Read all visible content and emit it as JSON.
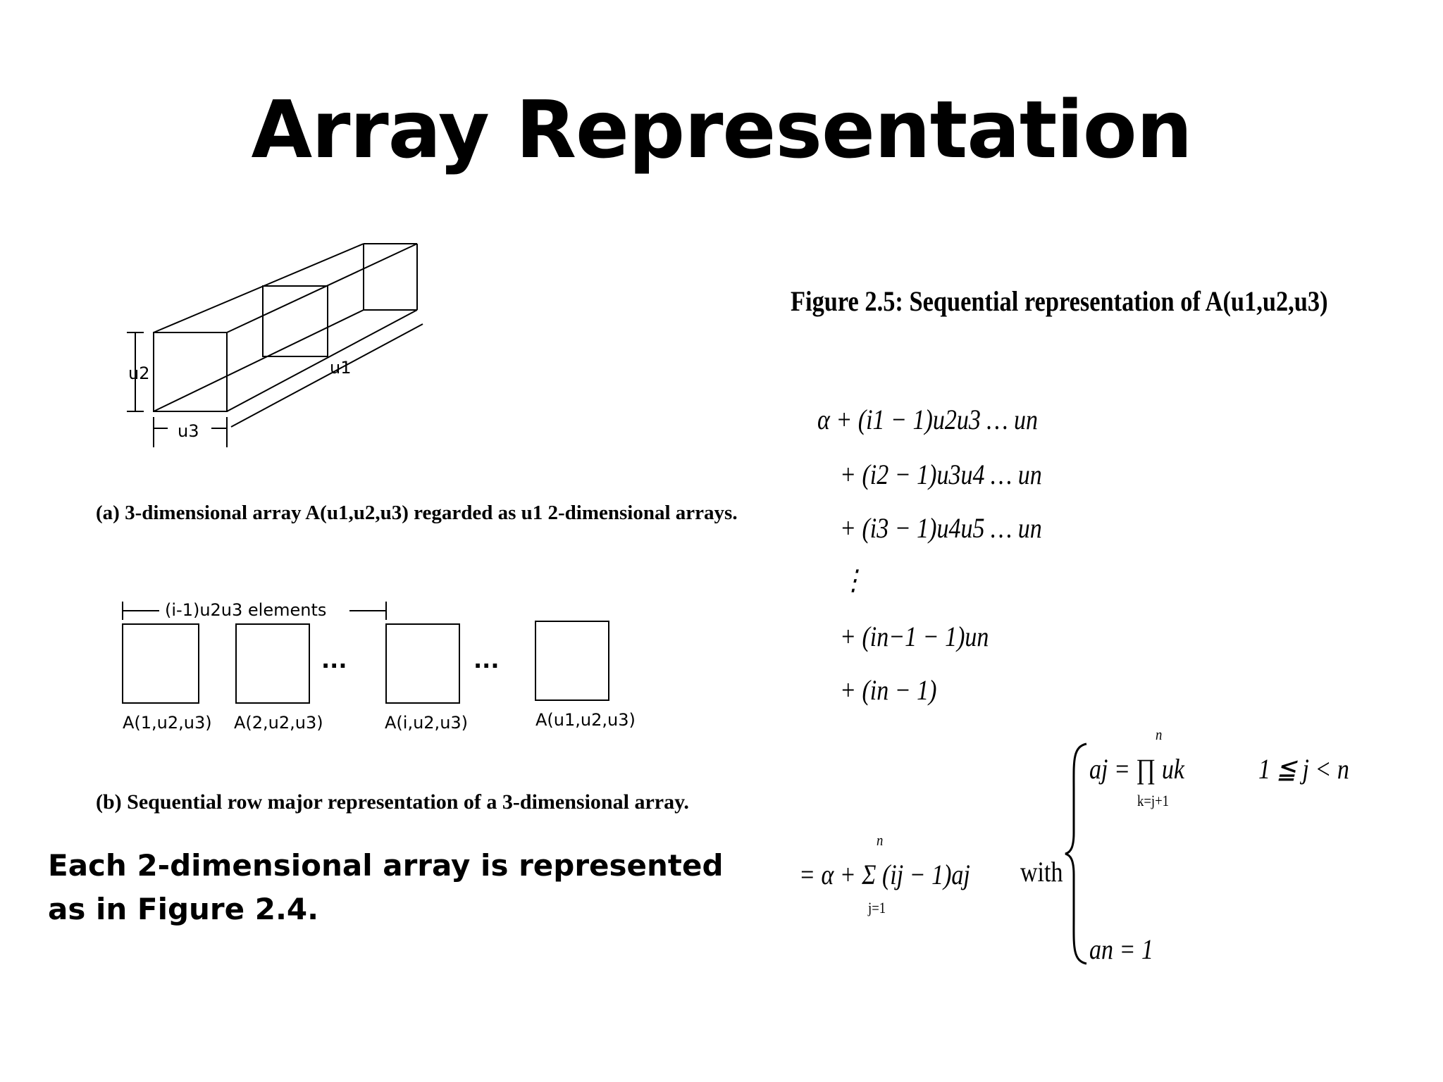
{
  "slide": {
    "title": "Array Representation",
    "note": "Each 2-dimensional array is represented as in Figure 2.4."
  },
  "figure_a": {
    "caption": "(a) 3-dimensional array A(u1,u2,u3) regarded as u1 2-dimensional arrays.",
    "labels": {
      "u1": "u1",
      "u2": "u2",
      "u3": "u3"
    }
  },
  "figure_b": {
    "span_label": "(i-1)u2u3 elements",
    "dots": "...",
    "cells": [
      "A(1,u2,u3)",
      "A(2,u2,u3)",
      "A(i,u2,u3)",
      "A(u1,u2,u3)"
    ],
    "caption": "(b) Sequential row major representation of a 3-dimensional array."
  },
  "figure_25": {
    "title": "Figure 2.5: Sequential representation of A(u1,u2,u3)",
    "lines": [
      "α + (i1 − 1)u2u3 … un",
      "+ (i2 − 1)u3u4 … un",
      "+ (i3 − 1)u4u5 … un",
      "⋮",
      "+ (in−1 − 1)un",
      "+ (in − 1)"
    ],
    "sum_expr": "= α + Σ (ij − 1)aj",
    "sum_upper": "n",
    "sum_lower": "j=1",
    "with": "with",
    "case1": "aj = ∏ uk",
    "prod_upper": "n",
    "prod_lower": "k=j+1",
    "case1_cond": "1 ≦ j < n",
    "case2": "an = 1"
  }
}
